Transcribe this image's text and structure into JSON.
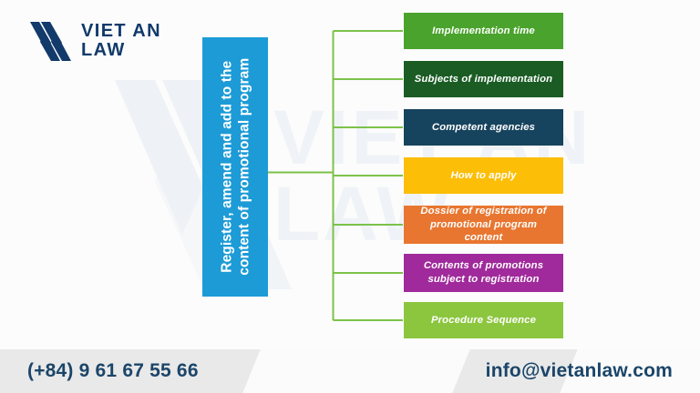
{
  "brand": {
    "logo_icon": "vietanlaw-double-chevron-mark",
    "name_line1": "VIET AN",
    "name_line2": "LAW",
    "logo_color": "#123a6b",
    "watermark_line1": "VIET AN",
    "watermark_line2": "LAW",
    "watermark_color": "#eff3f7"
  },
  "banner": {
    "line1": "Register, amend and add to the",
    "line2": "content of promotional program",
    "background": "#1d9bd7",
    "text_color": "#ffffff"
  },
  "connector": {
    "color": "#7cc24a",
    "icon": "tree-branch-connector"
  },
  "boxes": [
    {
      "label": "Implementation time",
      "color": "#4aa32c",
      "lines": 1
    },
    {
      "label": "Subjects of implementation",
      "color": "#1a5c24",
      "lines": 1
    },
    {
      "label": "Competent agencies",
      "color": "#16435d",
      "lines": 1
    },
    {
      "label": "How to apply",
      "color": "#fcbe07",
      "lines": 1
    },
    {
      "label": "Dossier of registration of promotional program content",
      "color": "#e87630",
      "lines": 2
    },
    {
      "label": "Contents of promotions subject to registration",
      "color": "#a02a9b",
      "lines": 2
    },
    {
      "label": "Procedure Sequence",
      "color": "#8dc council",
      "lines": 1
    }
  ],
  "boxes_fixed": [
    {
      "label": "Implementation time",
      "color": "#4aa32c"
    },
    {
      "label": "Subjects of implementation",
      "color": "#1a5c24"
    },
    {
      "label": "Competent agencies",
      "color": "#16435d"
    },
    {
      "label": "How to apply",
      "color": "#fcbe07"
    },
    {
      "label": "Dossier of registration of\npromotional program content",
      "color": "#e87630"
    },
    {
      "label": "Contents of promotions\nsubject to registration",
      "color": "#a02a9b"
    },
    {
      "label": "Procedure Sequence",
      "color": "#8cc63f"
    }
  ],
  "footer": {
    "phone": "(+84) 9 61 67 55 66",
    "email": "info@vietanlaw.com",
    "background": "#e9e9e9",
    "text_color": "#1b4569"
  }
}
